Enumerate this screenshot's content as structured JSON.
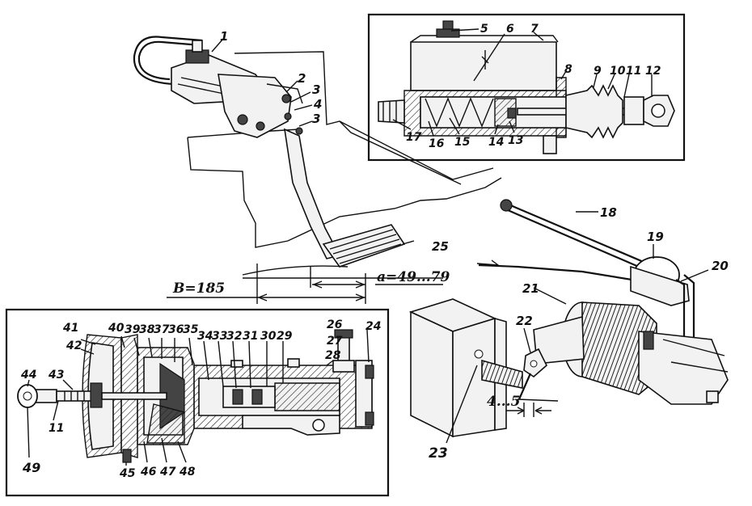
{
  "labels": {
    "l1": "1",
    "l2": "2",
    "l3a": "3",
    "l3b": "3",
    "l4": "4",
    "l5": "5",
    "l6": "6",
    "l7": "7",
    "l8": "8",
    "l9": "9",
    "l10": "10",
    "l11": "11",
    "l12": "12",
    "l13": "13",
    "l14": "14",
    "l15": "15",
    "l16": "16",
    "l17": "17",
    "l18": "18",
    "l19": "19",
    "l20": "20",
    "l21": "21",
    "l22": "22",
    "l23": "23",
    "l25": "25",
    "l24": "24",
    "l26": "26",
    "l27": "27",
    "l28": "28",
    "l29": "29",
    "l30": "30",
    "l31": "31",
    "l32": "32",
    "l33": "33",
    "l34": "34",
    "l35": "35",
    "l36": "36",
    "l37": "37",
    "l38": "38",
    "l39": "39",
    "l40": "40",
    "l41": "41",
    "l42": "42",
    "l43": "43",
    "l44": "44",
    "l45": "45",
    "l46": "46",
    "l47": "47",
    "l48": "48",
    "l49": "49",
    "l11b": "11"
  },
  "dimensions": {
    "b": "B=185",
    "a": "a=49...79",
    "gap": "4...5"
  }
}
